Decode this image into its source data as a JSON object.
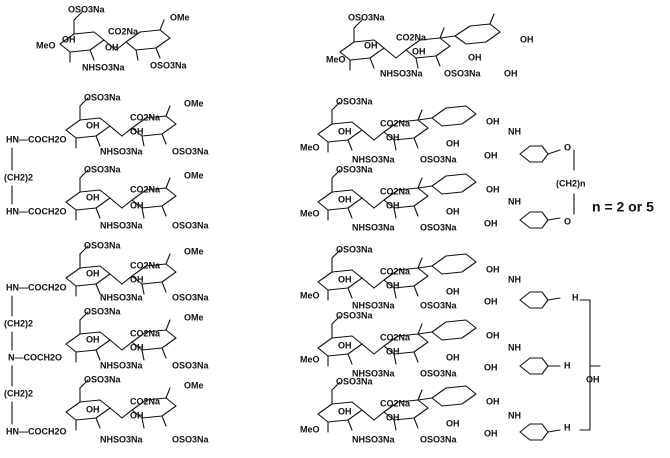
{
  "labels": {
    "oso3na": "OSO3Na",
    "co2na": "CO2Na",
    "oh": "OH",
    "ome": "OMe",
    "meo": "MeO",
    "nhso3na": "NHSO3Na",
    "so3na_o": "OSO3Na",
    "nh": "NH",
    "n": "N",
    "o": "O",
    "oh_right": "OH",
    "hn_coch2o": "HN—COCH2O",
    "n_coch2o": "N—COCH2O",
    "ch2_2": "(CH2)2",
    "ch2_n": "(CH2)n",
    "h": "H",
    "n_equals": "n = 2 or 5"
  }
}
